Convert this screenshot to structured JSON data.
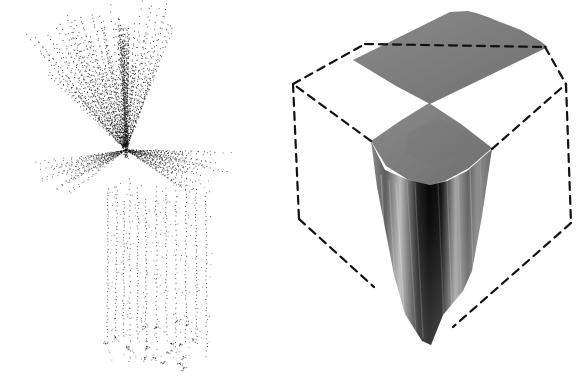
{
  "figure": {
    "panels": [
      {
        "id": "point-cloud",
        "kind": "scatter-points"
      },
      {
        "id": "shaded-shape-in-box",
        "kind": "shaded-solid-with-dashed-cube"
      }
    ],
    "colors": {
      "background": "#ffffff",
      "points": "#111111",
      "dashed_edges": "#111111",
      "top_faces": "#7a7a7a",
      "dark_shade": "#050505",
      "mid_shade": "#8a8a8a",
      "light_shade": "#d7d7d7"
    }
  }
}
